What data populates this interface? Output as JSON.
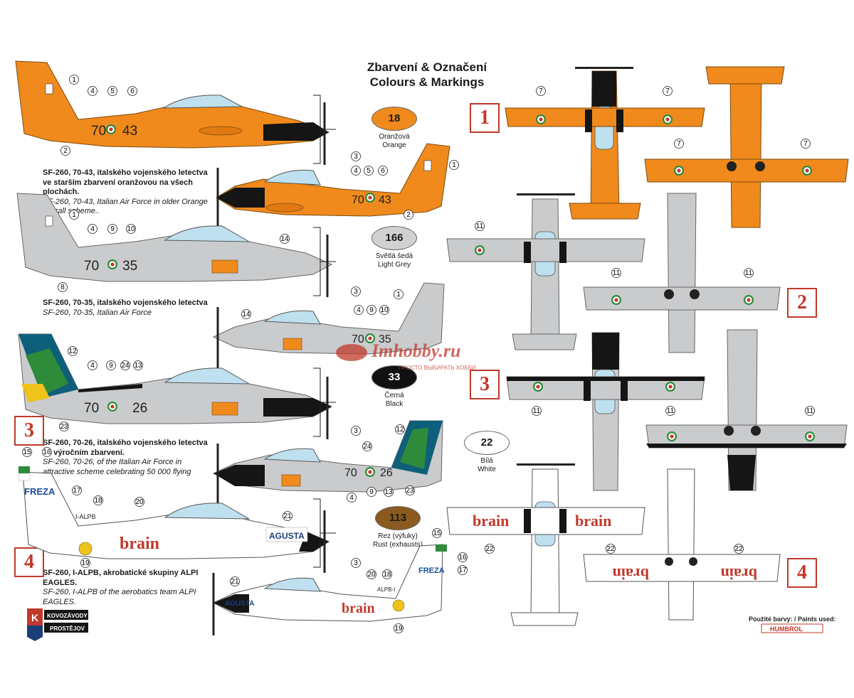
{
  "header": {
    "title_cz": "Zbarvení & Označení",
    "title_en": "Colours & Markings"
  },
  "schemes": [
    {
      "number": "1",
      "title_cz": "SF-260, 70-43, italského vojenského letectva ve starším zbarvení oranžovou na všech plochách.",
      "title_en": "SF-260, 70-43, Italian Air Force in older Orange overall scheme..",
      "code": [
        "70",
        "43"
      ]
    },
    {
      "number": "2",
      "title_cz": "SF-260, 70-35, italského vojenského letectva",
      "title_en": "SF-260, 70-35, Italian Air Force",
      "code": [
        "70",
        "35"
      ]
    },
    {
      "number": "3",
      "title_cz": "SF-260, 70-26, italského vojenského letectva ve výročním zbarvení.",
      "title_en": "SF-260, 70-26, of the Italian Air Force in attractive scheme celebrating 50 000 flying",
      "code": [
        "70",
        "26"
      ]
    },
    {
      "number": "4",
      "title_cz": "SF-260, I-ALPB, akrobatické skupiny ALPI EAGLES.",
      "title_en": "SF-260, I-ALPB of the aerobatics team ALPI EAGLES.",
      "code": [
        "I-ALPB"
      ]
    }
  ],
  "paints": [
    {
      "code": "18",
      "name_cz": "Oranžová",
      "name_en": "Orange",
      "color": "#f08a1c",
      "text_color": "#1a1a1a"
    },
    {
      "code": "166",
      "name_cz": "Světlá šedá",
      "name_en": "Light Grey",
      "color": "#cfd1d3",
      "text_color": "#1a1a1a"
    },
    {
      "code": "33",
      "name_cz": "Černá",
      "name_en": "Black",
      "color": "#111111",
      "text_color": "#ffffff"
    },
    {
      "code": "22",
      "name_cz": "Bílá",
      "name_en": "White",
      "color": "#ffffff",
      "text_color": "#1a1a1a"
    },
    {
      "code": "113",
      "name_cz": "Rez (výfuky)",
      "name_en": "Rust (exhausts)",
      "color": "#8a5a1e",
      "text_color": "#1a1a1a"
    }
  ],
  "markings": {
    "brain": "brain",
    "agusta": "AGUSTA",
    "freza": "FREZA",
    "registration": "I-ALPB",
    "registration_rev": "ALPB-I"
  },
  "watermark": {
    "text": "Imhobby.ru",
    "sub": "ПРОСТО ВЫБИРАТЬ ХОББИ"
  },
  "logo": {
    "line1": "KOVOZÁVODY",
    "line2": "PROSTĚJOV"
  },
  "paints_used": {
    "label": "Použité barvy: / Paints used:",
    "brand": "HUMBROL"
  },
  "colors": {
    "orange": "#f08a1c",
    "grey": "#c9cbcd",
    "black": "#151515",
    "red": "#c0392b",
    "canopy": "#bfe0ee",
    "green": "#2e8b3a"
  }
}
